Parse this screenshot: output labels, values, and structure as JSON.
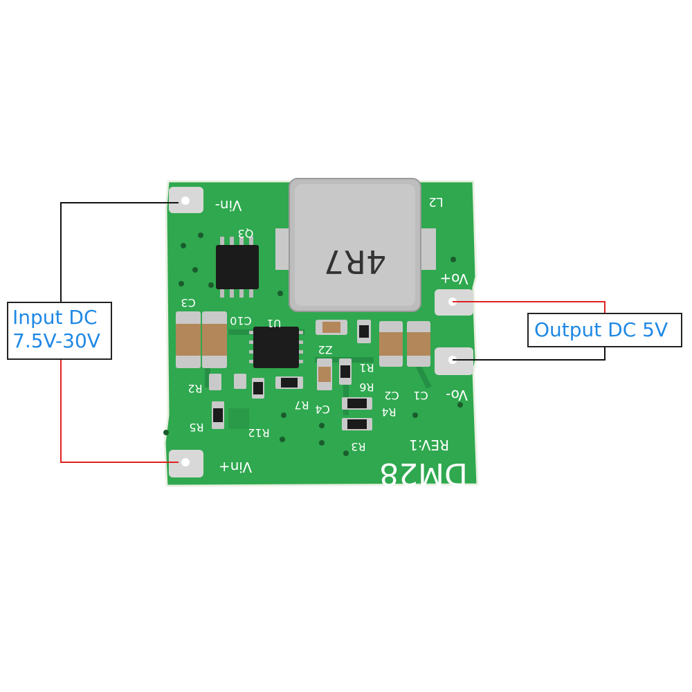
{
  "annotations": {
    "input_line1": "Input DC",
    "input_line2": "7.5V-30V",
    "output": "Output DC 5V"
  },
  "board": {
    "name": "DM28",
    "revision": "REV:1",
    "inductor_value": "4R7",
    "labels": {
      "vin_minus": "Vin-",
      "vin_plus": "Vin+",
      "vo_plus": "Vo+",
      "vo_minus": "Vo-",
      "l2": "L2",
      "q3": "Q3",
      "c3": "C3",
      "c10": "C10",
      "u1": "U1",
      "c1": "C1",
      "c2": "C2",
      "r1": "R1",
      "r2": "R2",
      "r3": "R3",
      "r4": "R4",
      "r5": "R5",
      "r6": "R6",
      "r7": "R7",
      "r12": "R12",
      "c4": "C4",
      "z2": "Z2"
    }
  },
  "colors": {
    "pcb": "#2fa84f",
    "wire_black": "#111111",
    "wire_red": "#e02020",
    "label_text": "#1e88e5"
  }
}
